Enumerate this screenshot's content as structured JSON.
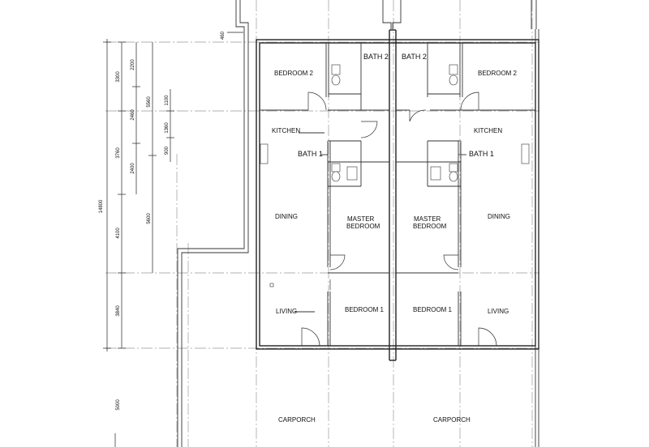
{
  "rooms": {
    "left_bedroom2": "BEDROOM 2",
    "left_bath2": "BATH 2",
    "left_kitchen": "KITCHEN",
    "left_bath1": "BATH 1",
    "left_dining": "DINING",
    "left_master_1": "MASTER",
    "left_master_2": "BEDROOM",
    "left_living": "LIVING",
    "left_bedroom1": "BEDROOM 1",
    "left_carporch": "CARPORCH",
    "right_bath2": "BATH 2",
    "right_bedroom2": "BEDROOM 2",
    "right_kitchen": "KITCHEN",
    "right_bath1": "BATH 1",
    "right_master_1": "MASTER",
    "right_master_2": "BEDROOM",
    "right_dining": "DINING",
    "right_bedroom1": "BEDROOM 1",
    "right_living": "LIVING",
    "right_carporch": "CARPORCH"
  },
  "dimensions": {
    "overall_depth": "14800",
    "col1": [
      "3300",
      "3760",
      "4100",
      "3840",
      "5000"
    ],
    "col2": [
      "2200",
      "2460",
      "2400"
    ],
    "col3": [
      "5560",
      "5600"
    ],
    "col4": [
      "1100",
      "1360",
      "900"
    ],
    "top_offset": "460"
  }
}
